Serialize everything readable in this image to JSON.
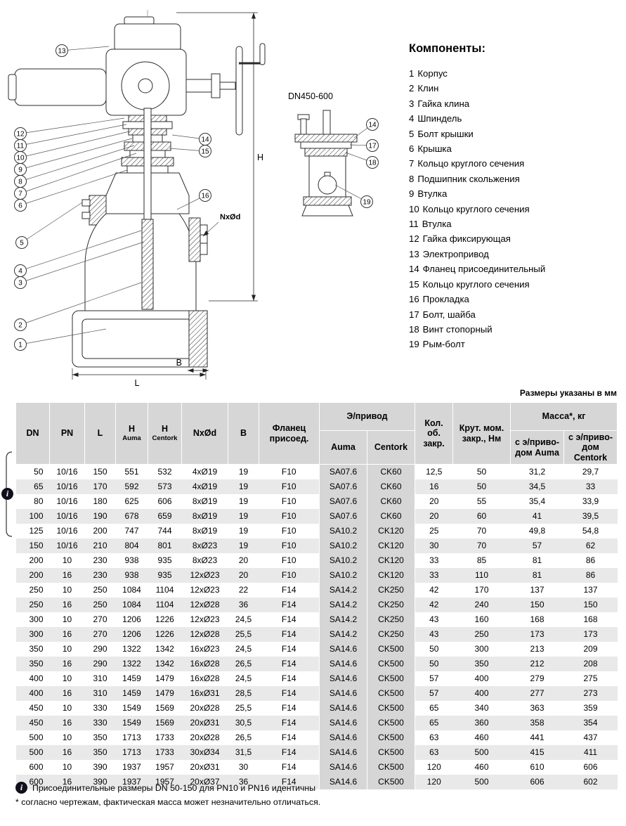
{
  "components": {
    "title": "Компоненты:",
    "items": [
      {
        "num": "1",
        "label": "Корпус"
      },
      {
        "num": "2",
        "label": "Клин"
      },
      {
        "num": "3",
        "label": "Гайка клина"
      },
      {
        "num": "4",
        "label": "Шпиндель"
      },
      {
        "num": "5",
        "label": "Болт крышки"
      },
      {
        "num": "6",
        "label": "Крышка"
      },
      {
        "num": "7",
        "label": "Кольцо круглого сечения"
      },
      {
        "num": "8",
        "label": "Подшипник скольжения"
      },
      {
        "num": "9",
        "label": "Втулка"
      },
      {
        "num": "10",
        "label": "Кольцо круглого сечения"
      },
      {
        "num": "11",
        "label": "Втулка"
      },
      {
        "num": "12",
        "label": "Гайка фиксирующая"
      },
      {
        "num": "13",
        "label": "Электропривод"
      },
      {
        "num": "14",
        "label": "Фланец присоединительный"
      },
      {
        "num": "15",
        "label": "Кольцо круглого сечения"
      },
      {
        "num": "16",
        "label": "Прокладка"
      },
      {
        "num": "17",
        "label": "Болт, шайба"
      },
      {
        "num": "18",
        "label": "Винт стопорный"
      },
      {
        "num": "19",
        "label": "Рым-болт"
      }
    ]
  },
  "diagram": {
    "detail_label": "DN450-600",
    "dim_h": "H",
    "dim_l": "L",
    "dim_b": "B",
    "bolt_pattern_label": "NxØd",
    "callouts_main": [
      "13",
      "12",
      "11",
      "10",
      "9",
      "8",
      "7",
      "6",
      "5",
      "4",
      "3",
      "2",
      "1",
      "14",
      "15",
      "16"
    ],
    "callouts_detail": [
      "14",
      "17",
      "18",
      "19"
    ]
  },
  "table": {
    "units_note": "Размеры указаны в мм",
    "headers": {
      "dn": "DN",
      "pn": "PN",
      "l": "L",
      "h_auma_main": "H",
      "h_auma_sub": "Auma",
      "h_centork_main": "H",
      "h_centork_sub": "Centork",
      "nxod": "NxØd",
      "b": "B",
      "flange": "Фланец присоед.",
      "drive_group": "Э/привод",
      "drive_auma": "Auma",
      "drive_centork": "Centork",
      "turns": "Кол. об. закр.",
      "torque": "Крут. мом. закр., Нм",
      "mass_group": "Масса*, кг",
      "mass_auma_l1": "с э/приво-",
      "mass_auma_l2": "дом Auma",
      "mass_centork_l1": "с э/приво-",
      "mass_centork_l2": "дом Centork"
    },
    "rows": [
      [
        "50",
        "10/16",
        "150",
        "551",
        "532",
        "4xØ19",
        "19",
        "F10",
        "SA07.6",
        "CK60",
        "12,5",
        "50",
        "31,2",
        "29,7"
      ],
      [
        "65",
        "10/16",
        "170",
        "592",
        "573",
        "4xØ19",
        "19",
        "F10",
        "SA07.6",
        "CK60",
        "16",
        "50",
        "34,5",
        "33"
      ],
      [
        "80",
        "10/16",
        "180",
        "625",
        "606",
        "8xØ19",
        "19",
        "F10",
        "SA07.6",
        "CK60",
        "20",
        "55",
        "35,4",
        "33,9"
      ],
      [
        "100",
        "10/16",
        "190",
        "678",
        "659",
        "8xØ19",
        "19",
        "F10",
        "SA07.6",
        "CK60",
        "20",
        "60",
        "41",
        "39,5"
      ],
      [
        "125",
        "10/16",
        "200",
        "747",
        "744",
        "8xØ19",
        "19",
        "F10",
        "SA10.2",
        "CK120",
        "25",
        "70",
        "49,8",
        "54,8"
      ],
      [
        "150",
        "10/16",
        "210",
        "804",
        "801",
        "8xØ23",
        "19",
        "F10",
        "SA10.2",
        "CK120",
        "30",
        "70",
        "57",
        "62"
      ],
      [
        "200",
        "10",
        "230",
        "938",
        "935",
        "8xØ23",
        "20",
        "F10",
        "SA10.2",
        "CK120",
        "33",
        "85",
        "81",
        "86"
      ],
      [
        "200",
        "16",
        "230",
        "938",
        "935",
        "12xØ23",
        "20",
        "F10",
        "SA10.2",
        "CK120",
        "33",
        "110",
        "81",
        "86"
      ],
      [
        "250",
        "10",
        "250",
        "1084",
        "1104",
        "12xØ23",
        "22",
        "F14",
        "SA14.2",
        "CK250",
        "42",
        "170",
        "137",
        "137"
      ],
      [
        "250",
        "16",
        "250",
        "1084",
        "1104",
        "12xØ28",
        "36",
        "F14",
        "SA14.2",
        "CK250",
        "42",
        "240",
        "150",
        "150"
      ],
      [
        "300",
        "10",
        "270",
        "1206",
        "1226",
        "12xØ23",
        "24,5",
        "F14",
        "SA14.2",
        "CK250",
        "43",
        "160",
        "168",
        "168"
      ],
      [
        "300",
        "16",
        "270",
        "1206",
        "1226",
        "12xØ28",
        "25,5",
        "F14",
        "SA14.2",
        "CK250",
        "43",
        "250",
        "173",
        "173"
      ],
      [
        "350",
        "10",
        "290",
        "1322",
        "1342",
        "16xØ23",
        "24,5",
        "F14",
        "SA14.6",
        "CK500",
        "50",
        "300",
        "213",
        "209"
      ],
      [
        "350",
        "16",
        "290",
        "1322",
        "1342",
        "16xØ28",
        "26,5",
        "F14",
        "SA14.6",
        "CK500",
        "50",
        "350",
        "212",
        "208"
      ],
      [
        "400",
        "10",
        "310",
        "1459",
        "1479",
        "16xØ28",
        "24,5",
        "F14",
        "SA14.6",
        "CK500",
        "57",
        "400",
        "279",
        "275"
      ],
      [
        "400",
        "16",
        "310",
        "1459",
        "1479",
        "16xØ31",
        "28,5",
        "F14",
        "SA14.6",
        "CK500",
        "57",
        "400",
        "277",
        "273"
      ],
      [
        "450",
        "10",
        "330",
        "1549",
        "1569",
        "20xØ28",
        "25,5",
        "F14",
        "SA14.6",
        "CK500",
        "65",
        "340",
        "363",
        "359"
      ],
      [
        "450",
        "16",
        "330",
        "1549",
        "1569",
        "20xØ31",
        "30,5",
        "F14",
        "SA14.6",
        "CK500",
        "65",
        "360",
        "358",
        "354"
      ],
      [
        "500",
        "10",
        "350",
        "1713",
        "1733",
        "20xØ28",
        "26,5",
        "F14",
        "SA14.6",
        "CK500",
        "63",
        "460",
        "441",
        "437"
      ],
      [
        "500",
        "16",
        "350",
        "1713",
        "1733",
        "30xØ34",
        "31,5",
        "F14",
        "SA14.6",
        "CK500",
        "63",
        "500",
        "415",
        "411"
      ],
      [
        "600",
        "10",
        "390",
        "1937",
        "1957",
        "20xØ31",
        "30",
        "F14",
        "SA14.6",
        "CK500",
        "120",
        "460",
        "610",
        "606"
      ],
      [
        "600",
        "16",
        "390",
        "1937",
        "1957",
        "20xØ37",
        "36",
        "F14",
        "SA14.6",
        "CK500",
        "120",
        "500",
        "606",
        "602"
      ]
    ]
  },
  "notes": {
    "info_symbol": "i",
    "note1": "Присоединительные размеры DN 50-150 для PN10 и PN16 идентичны",
    "note2": "* согласно чертежам, фактическая масса может незначительно отличаться."
  }
}
